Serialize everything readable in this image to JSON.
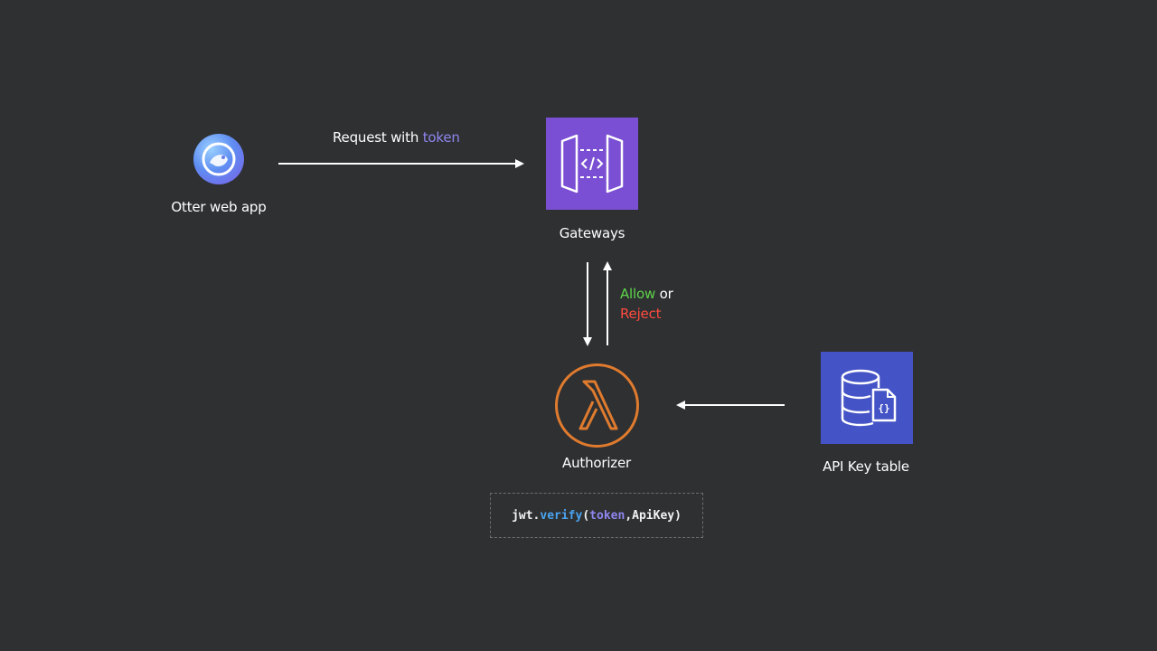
{
  "nodes": {
    "app": {
      "label": "Otter web app"
    },
    "gateways": {
      "label": "Gateways"
    },
    "authorizer": {
      "label": "Authorizer"
    },
    "apikey": {
      "label": "API Key table"
    }
  },
  "edges": {
    "request": {
      "prefix": "Request with ",
      "highlight": "token"
    },
    "decision": {
      "allow": "Allow",
      "or": " or",
      "reject": "Reject"
    }
  },
  "code": {
    "object": "jwt",
    "dot": ".",
    "method": "verify",
    "open": "(",
    "arg1": "token",
    "sep": ", ",
    "arg2": "ApiKey",
    "close": ")"
  },
  "colors": {
    "background": "#2e3032",
    "gateway_tile": "#7a4fd3",
    "apikey_tile": "#4453c6",
    "lambda": "#e07b2e",
    "allow": "#5fd44a",
    "reject": "#ff4b3e",
    "token_highlight": "#8f86ee",
    "method_highlight": "#4aa3f0"
  },
  "icons": {
    "app": "otter-logo-icon",
    "gateways": "api-gateway-icon",
    "authorizer": "lambda-icon",
    "apikey": "database-json-icon"
  }
}
